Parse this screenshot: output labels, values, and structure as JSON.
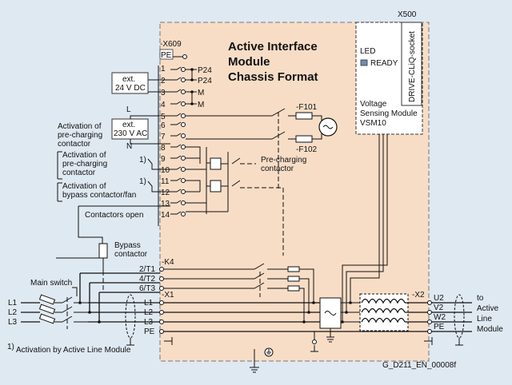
{
  "colors": {
    "background": "#dfe9f1",
    "module_fill": "#f8ddc6",
    "vsm_fill": "#ffffff",
    "led": "#6f8fb0"
  },
  "module": {
    "title_line1": "Active Interface",
    "title_line2": "Module",
    "title_line3": "Chassis Format"
  },
  "vsm": {
    "connector": "X500",
    "socket": "DRIVE-CLiQ-socket",
    "led": "LED",
    "ready": "READY",
    "name_line1": "Voltage",
    "name_line2": "Sensing Module",
    "name_line3": "VSM10"
  },
  "x609": {
    "name": "-X609",
    "pe": "PE",
    "terminals": [
      "1",
      "2",
      "3",
      "4",
      "5",
      "6",
      "7",
      "8",
      "9",
      "10",
      "11",
      "12",
      "13",
      "14"
    ],
    "p24_a": "P24",
    "p24_b": "P24",
    "m_a": "M",
    "m_b": "M"
  },
  "external": {
    "dc_line1": "ext.",
    "dc_line2": "24 V DC",
    "ac_line1": "ext.",
    "ac_line2": "230 V AC",
    "l": "L",
    "n": "N"
  },
  "labels": {
    "act_precharge_1_line1": "Activation of",
    "act_precharge_1_line2": "pre-charging",
    "act_precharge_1_line3": "contactor",
    "act_precharge_2_line1": "Activation of",
    "act_precharge_2_line2": "pre-charging",
    "act_precharge_2_line3": "contactor",
    "act_bypass_line1": "Activation of",
    "act_bypass_line2": "bypass contactor/fan",
    "footnote_mark_a": "1)",
    "footnote_mark_b": "1)",
    "contactors_open": "Contactors open",
    "bypass_line1": "Bypass",
    "bypass_line2": "contactor",
    "precharging_line1": "Pre-charging",
    "precharging_line2": "contactor",
    "main_switch": "Main switch",
    "f101": "-F101",
    "f102": "-F102"
  },
  "k4": {
    "name": "-K4",
    "t1": "2/T1",
    "t2": "4/T2",
    "t3": "6/T3"
  },
  "x1": {
    "name": "-X1",
    "l1": "L1",
    "l2": "L2",
    "l3": "L3",
    "pe": "PE"
  },
  "mains": {
    "l1": "L1",
    "l2": "L2",
    "l3": "L3"
  },
  "x2": {
    "name": "-X2",
    "u2": "U2",
    "v2": "V2",
    "w2": "W2",
    "pe": "PE",
    "to_line1": "to",
    "to_line2": "Active",
    "to_line3": "Line",
    "to_line4": "Module"
  },
  "footnote": {
    "mark": "1)",
    "text": "Activation by Active Line Module"
  },
  "code": "G_D211_EN_00008f"
}
